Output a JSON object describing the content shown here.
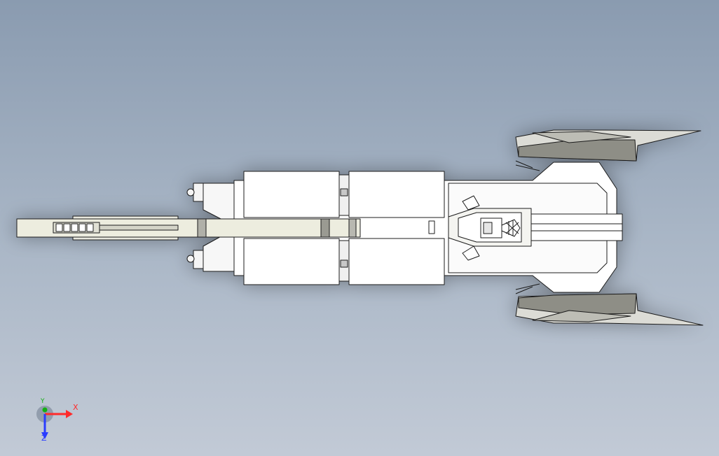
{
  "triad": {
    "x_label": "X",
    "y_label": "Y",
    "z_label": "Z",
    "colors": {
      "x": "#ff2a2a",
      "y": "#12b012",
      "z": "#2a3cff"
    }
  },
  "colors": {
    "background_top": "#8a9bb0",
    "background_bottom": "#c2cad6",
    "part_fill": "#ffffff",
    "part_edge": "#1a1a1a",
    "boom_fill": "#ededdf",
    "blade_dark": "#8e8e86"
  }
}
